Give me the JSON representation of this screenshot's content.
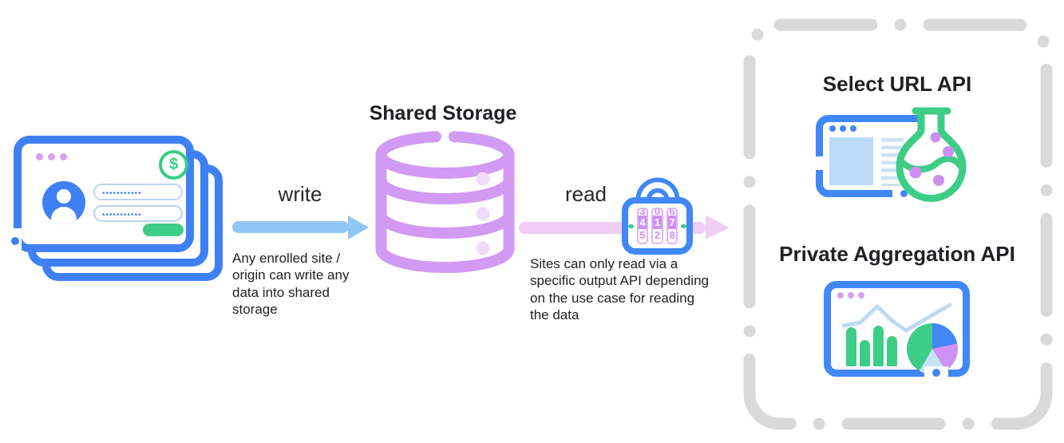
{
  "palette": {
    "primary_blue": "#4087F7",
    "light_blue_arrow": "#90C7F4",
    "pale_blue_fill": "#BCDBF7",
    "storage_purple": "#D29AF2",
    "accent_purple": "#CF8FF2",
    "pink_arrow": "#EFCDF5",
    "green": "#3ECD86",
    "dash_gray": "#D9D9D9",
    "text_dark": "#202124"
  },
  "site_window": {
    "password_field_1": {
      "value": "•••••••••••"
    },
    "password_field_2": {
      "value": "•••••••••••"
    },
    "dollar_badge": "$"
  },
  "write_flow": {
    "label": "write",
    "caption": "Any enrolled site / origin can write any data into shared storage"
  },
  "storage": {
    "title": "Shared Storage"
  },
  "read_flow": {
    "label": "read",
    "caption": "Sites can only read via a specific output API depending on the use case for reading the data"
  },
  "lock": {
    "wheels": [
      {
        "above": "3",
        "value": "4",
        "below": "5"
      },
      {
        "above": "0",
        "value": "1",
        "below": "2"
      },
      {
        "above": "6",
        "value": "7",
        "below": "8"
      }
    ]
  },
  "output_panel": {
    "select_url_api": {
      "title": "Select URL API"
    },
    "private_aggregation_api": {
      "title": "Private Aggregation API"
    }
  }
}
